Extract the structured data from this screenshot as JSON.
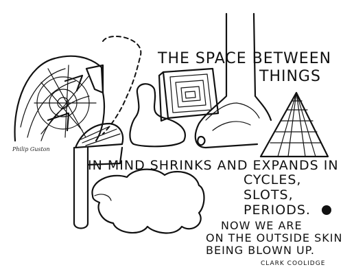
{
  "artwork": {
    "poem_lines": [
      "THE SPACE BETWEEN",
      "THINGS",
      "IN MIND SHRINKS AND EXPANDS IN",
      "CYCLES,",
      "SLOTS,",
      "PERIODS.",
      "NOW WE ARE",
      "ON THE OUTSIDE SKIN,",
      "BEING BLOWN UP."
    ],
    "author": "CLARK COOLIDGE",
    "signature": "Philip Guston",
    "icons": [
      "wheel-icon",
      "pyramid-icon",
      "hand-icon",
      "box-icon",
      "bottle-icon",
      "dot-icon"
    ],
    "ink_color": "#111111",
    "paper_color": "#ffffff"
  }
}
